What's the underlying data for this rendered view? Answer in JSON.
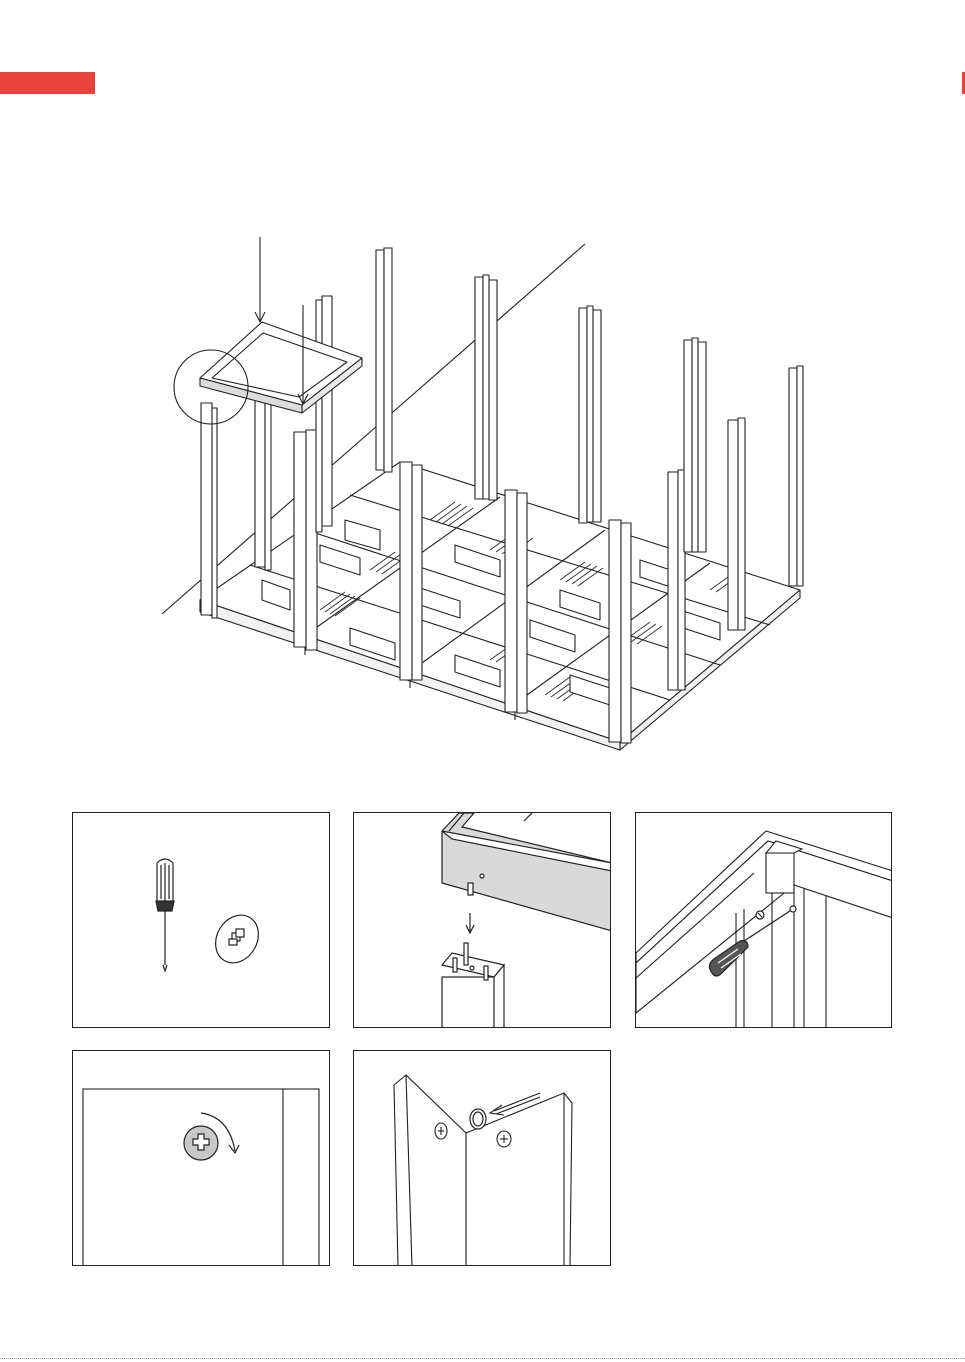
{
  "colors": {
    "accent": "#e8423d",
    "line": "#222222",
    "panel_shade": "#d9d9d9",
    "screw_fill": "#c8c8c8"
  },
  "icons": {
    "screwdriver": "phillips-screwdriver-icon",
    "screw_head": "phillips-screw-icon",
    "cover_cap": "screw-cover-cap-icon",
    "rotate_arrow": "clockwise-arrow-icon"
  },
  "panels": [
    {
      "id": "tools",
      "description_name": "tools-panel"
    },
    {
      "id": "frame-onto-post",
      "description_name": "frame-onto-post-panel"
    },
    {
      "id": "screw-frame",
      "description_name": "screw-frame-panel"
    },
    {
      "id": "tighten-screw",
      "description_name": "tighten-screw-panel"
    },
    {
      "id": "cover-caps",
      "description_name": "cover-caps-panel"
    }
  ]
}
